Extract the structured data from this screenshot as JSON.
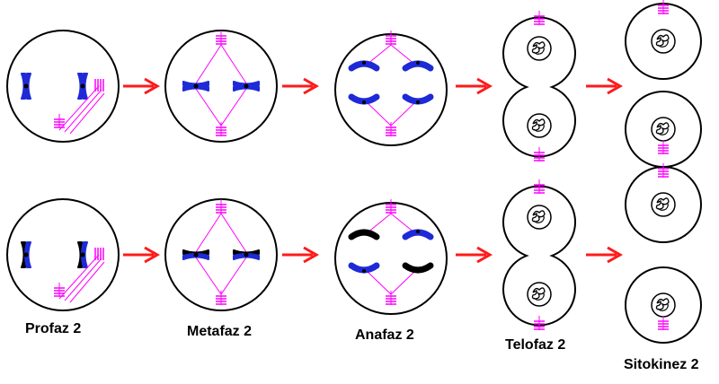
{
  "labels": [
    "Profaz 2",
    "Metafaz 2",
    "Anafaz 2",
    "Telofaz 2",
    "Sitokinez 2"
  ],
  "colors": {
    "outline": "#000000",
    "spindle": "#ff00ff",
    "chromatid_blue": "#1e2ad6",
    "chromatid_black": "#000000",
    "arrow": "#ff1a1a"
  },
  "rows": [
    {
      "name": "top",
      "chromatid_colors": [
        "chromatid_blue",
        "chromatid_blue"
      ]
    },
    {
      "name": "bottom",
      "chromatid_colors": [
        "chromatid_black",
        "chromatid_blue"
      ]
    }
  ],
  "icons": [
    "nucleus-icon",
    "arrow-right-icon",
    "spindle-pole-icon",
    "chromosome-icon"
  ]
}
